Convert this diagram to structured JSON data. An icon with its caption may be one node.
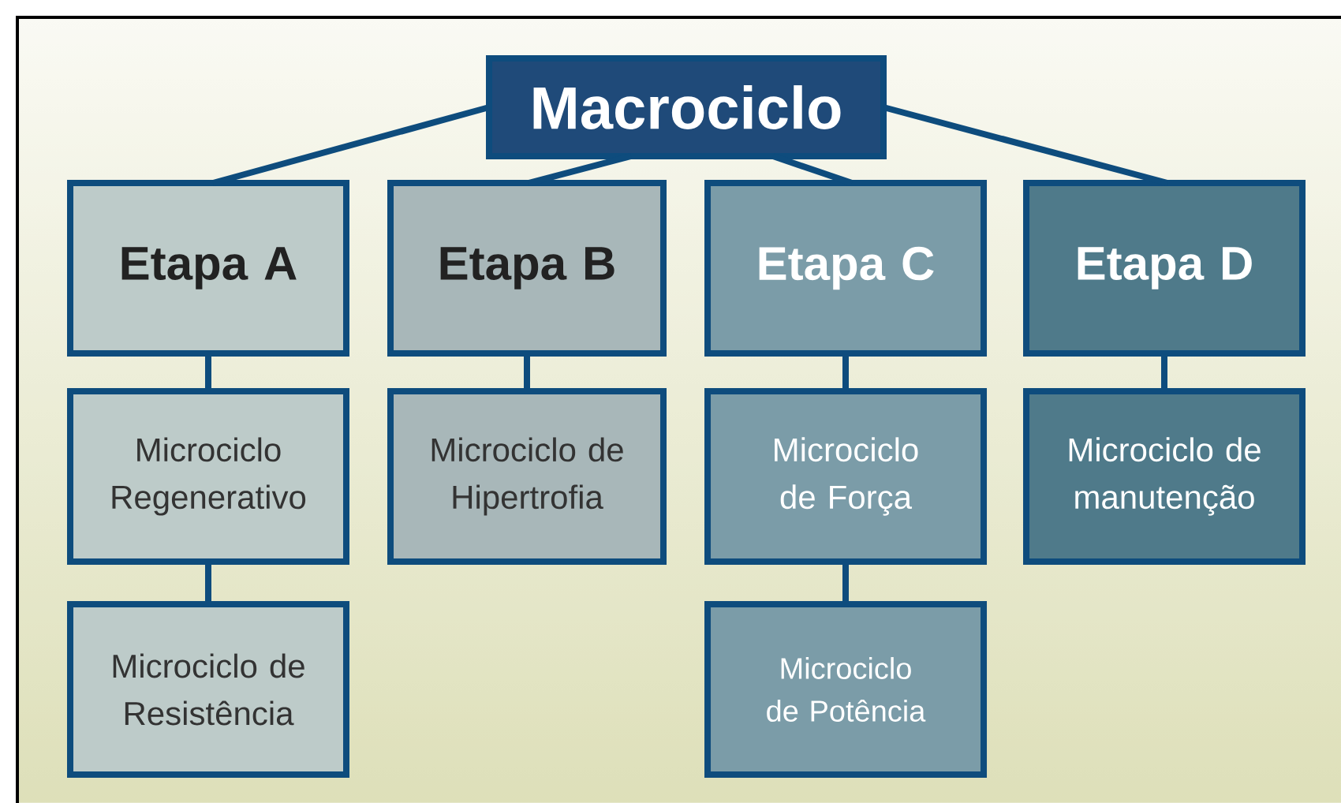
{
  "diagram": {
    "nodes": [
      {
        "text": [
          "Macrociclo"
        ]
      },
      {
        "text": [
          "Etapa A"
        ]
      },
      {
        "text": [
          "Etapa B"
        ]
      },
      {
        "text": [
          "Etapa C"
        ]
      },
      {
        "text": [
          "Etapa D"
        ]
      },
      {
        "text": [
          "Microciclo Regenerativo"
        ]
      },
      {
        "text": [
          "Microciclo de Hipertrofia"
        ]
      },
      {
        "text": [
          "Microciclo de Força"
        ]
      },
      {
        "text": [
          "Microciclo de manutenção"
        ]
      },
      {
        "text": [
          "Microciclo de Resistência"
        ]
      },
      {
        "text": [
          "Microciclo de Potência"
        ]
      }
    ],
    "edges": [
      {
        "from": 0,
        "to": 1,
        "arrow": "none"
      },
      {
        "from": 0,
        "to": 2,
        "arrow": "none"
      },
      {
        "from": 0,
        "to": 3,
        "arrow": "none"
      },
      {
        "from": 0,
        "to": 4,
        "arrow": "none"
      },
      {
        "from": 1,
        "to": 5,
        "arrow": "none"
      },
      {
        "from": 2,
        "to": 6,
        "arrow": "none"
      },
      {
        "from": 3,
        "to": 7,
        "arrow": "none"
      },
      {
        "from": 4,
        "to": 8,
        "arrow": "none"
      },
      {
        "from": 5,
        "to": 9,
        "arrow": "none"
      },
      {
        "from": 7,
        "to": 10,
        "arrow": "none"
      }
    ]
  }
}
